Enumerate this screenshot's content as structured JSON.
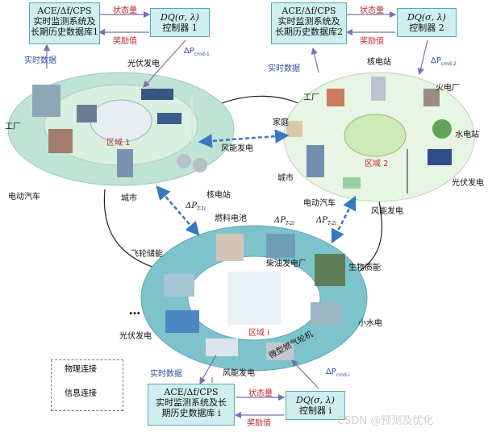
{
  "top_left": {
    "monitor": {
      "line1": "ACE/Δf/CPS",
      "line2": "实时监测系统及",
      "line3": "长期历史数据库1"
    },
    "controller": {
      "line1": "DQ(σ, λ)",
      "line2": "控制器 1"
    },
    "state_label": "状态量",
    "reward_label": "奖励值",
    "realtime_label": "实时数据",
    "cmd_label": "ΔP",
    "cmd_sub": "cmd-1"
  },
  "top_right": {
    "monitor": {
      "line1": "ACE/Δf/CPS",
      "line2": "实时监测系统及",
      "line3": "长期历史数据库2"
    },
    "controller": {
      "line1": "DQ(σ, λ)",
      "line2": "控制器 2"
    },
    "state_label": "状态量",
    "reward_label": "奖励值",
    "realtime_label": "实时数据",
    "cmd_label": "ΔP",
    "cmd_sub": "cmd-2"
  },
  "bottom": {
    "monitor": {
      "line1": "ACE/Δf/CPS",
      "line2": "实时监测系统及长",
      "line3": "期历史数据库 i"
    },
    "controller": {
      "line1": "DQ(σ, λ)",
      "line2": "控制器 i"
    },
    "state_label": "状态量",
    "reward_label": "奖励值",
    "realtime_label": "实时数据",
    "cmd_label": "ΔP",
    "cmd_sub": "cmd-i"
  },
  "region1": {
    "name": "区域 1",
    "labels": {
      "pv": "光伏发电",
      "factory": "工厂",
      "ev": "电动汽车",
      "city": "城市",
      "nuclear": "核电站",
      "wind": "风能发电"
    }
  },
  "region2": {
    "name": "区域 2",
    "labels": {
      "factory": "工厂",
      "nuclear": "核电站",
      "thermal": "火电厂",
      "home": "家庭",
      "hydro": "水电站",
      "pv": "光伏发电",
      "city": "城市",
      "ev": "电动汽车",
      "wind": "风能发电"
    }
  },
  "region_i": {
    "name": "区域 i",
    "labels": {
      "fuel_cell": "燃料电池",
      "flywheel": "飞轮储能",
      "diesel": "柴油发电厂",
      "biomass": "生物质能",
      "small_hydro": "小水电",
      "pv": "光伏发电",
      "wind": "风能发电",
      "gas_turbine": "微型燃气轮机",
      "ellipsis": "…"
    }
  },
  "tie": {
    "t1i": "ΔP",
    "t1i_sub": "T-1i",
    "t2i_a": "ΔP",
    "t2i_a_sub": "T-2i",
    "t2i_b": "ΔP",
    "t2i_b_sub": "T-2i"
  },
  "legend": {
    "physical": "物理连接",
    "info": "信息连接"
  },
  "watermark": "CSDN @预测及优化",
  "colors": {
    "ring": "#7ec3cc",
    "ring_inner": "#cfe9ec",
    "box_fill": "#cfeef0",
    "box_border": "#5aa7b4",
    "arrow": "#3a78c2",
    "cmd": "#2c4f9e",
    "region_name": "#c0282a"
  }
}
